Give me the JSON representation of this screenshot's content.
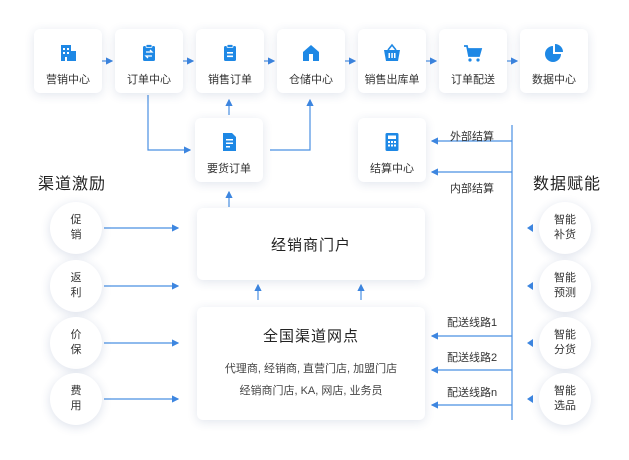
{
  "top_flow": [
    "营销中心",
    "订单中心",
    "销售订单",
    "仓储中心",
    "销售出库单",
    "订单配送",
    "数据中心"
  ],
  "order_request": "要货订单",
  "settlement": "结算中心",
  "external_settlement": "外部结算",
  "internal_settlement": "内部结算",
  "left_title": "渠道激励",
  "right_title": "数据赋能",
  "incentives": [
    {
      "line1": "促",
      "line2": "销"
    },
    {
      "line1": "返",
      "line2": "利"
    },
    {
      "line1": "价",
      "line2": "保"
    },
    {
      "line1": "费",
      "line2": "用"
    }
  ],
  "enablement": [
    {
      "line1": "智能",
      "line2": "补货"
    },
    {
      "line1": "智能",
      "line2": "预测"
    },
    {
      "line1": "智能",
      "line2": "分货"
    },
    {
      "line1": "智能",
      "line2": "选品"
    }
  ],
  "portal": "经销商门户",
  "network": {
    "title": "全国渠道网点",
    "line1": "代理商, 经销商, 直营门店, 加盟门店",
    "line2": "经销商门店, KA, 网店, 业务员"
  },
  "routes": [
    "配送线路1",
    "配送线路2",
    "配送线路n"
  ],
  "colors": {
    "accent": "#1e88e5",
    "line": "#4a90e2"
  },
  "icons": [
    "building-icon",
    "order-exchange-icon",
    "clipboard-icon",
    "warehouse-icon",
    "basket-icon",
    "cart-icon",
    "pie-chart-icon",
    "document-icon",
    "calculator-icon"
  ]
}
